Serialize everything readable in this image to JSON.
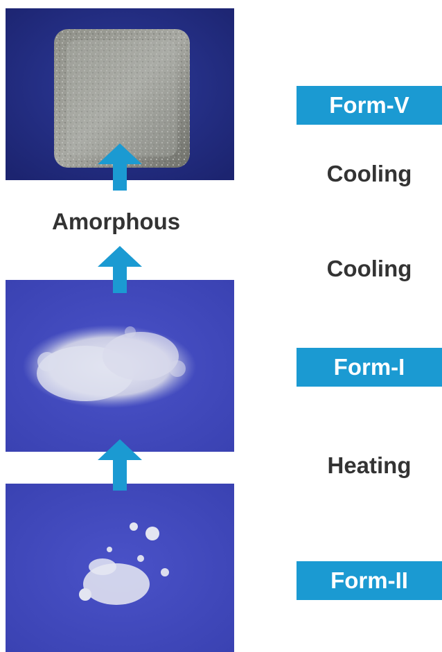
{
  "left_column": {
    "amorphous_label": "Amorphous",
    "photos": [
      {
        "description_key": "form-v-sample-photo"
      },
      {
        "description_key": "form-i-sample-photo"
      },
      {
        "description_key": "form-ii-sample-photo"
      }
    ]
  },
  "right_column": {
    "badges": {
      "form_v": "Form-V",
      "form_i": "Form-I",
      "form_ii": "Form-II"
    },
    "processes": {
      "cooling_1": "Cooling",
      "cooling_2": "Cooling",
      "heating": "Heating"
    }
  },
  "colors": {
    "badge_background": "#1b9ad2",
    "badge_text": "#ffffff",
    "arrow": "#1b9ad2",
    "label_text": "#333333",
    "photo_background": "#3a44b8"
  },
  "icons": {
    "arrow": "arrow-up-icon"
  }
}
